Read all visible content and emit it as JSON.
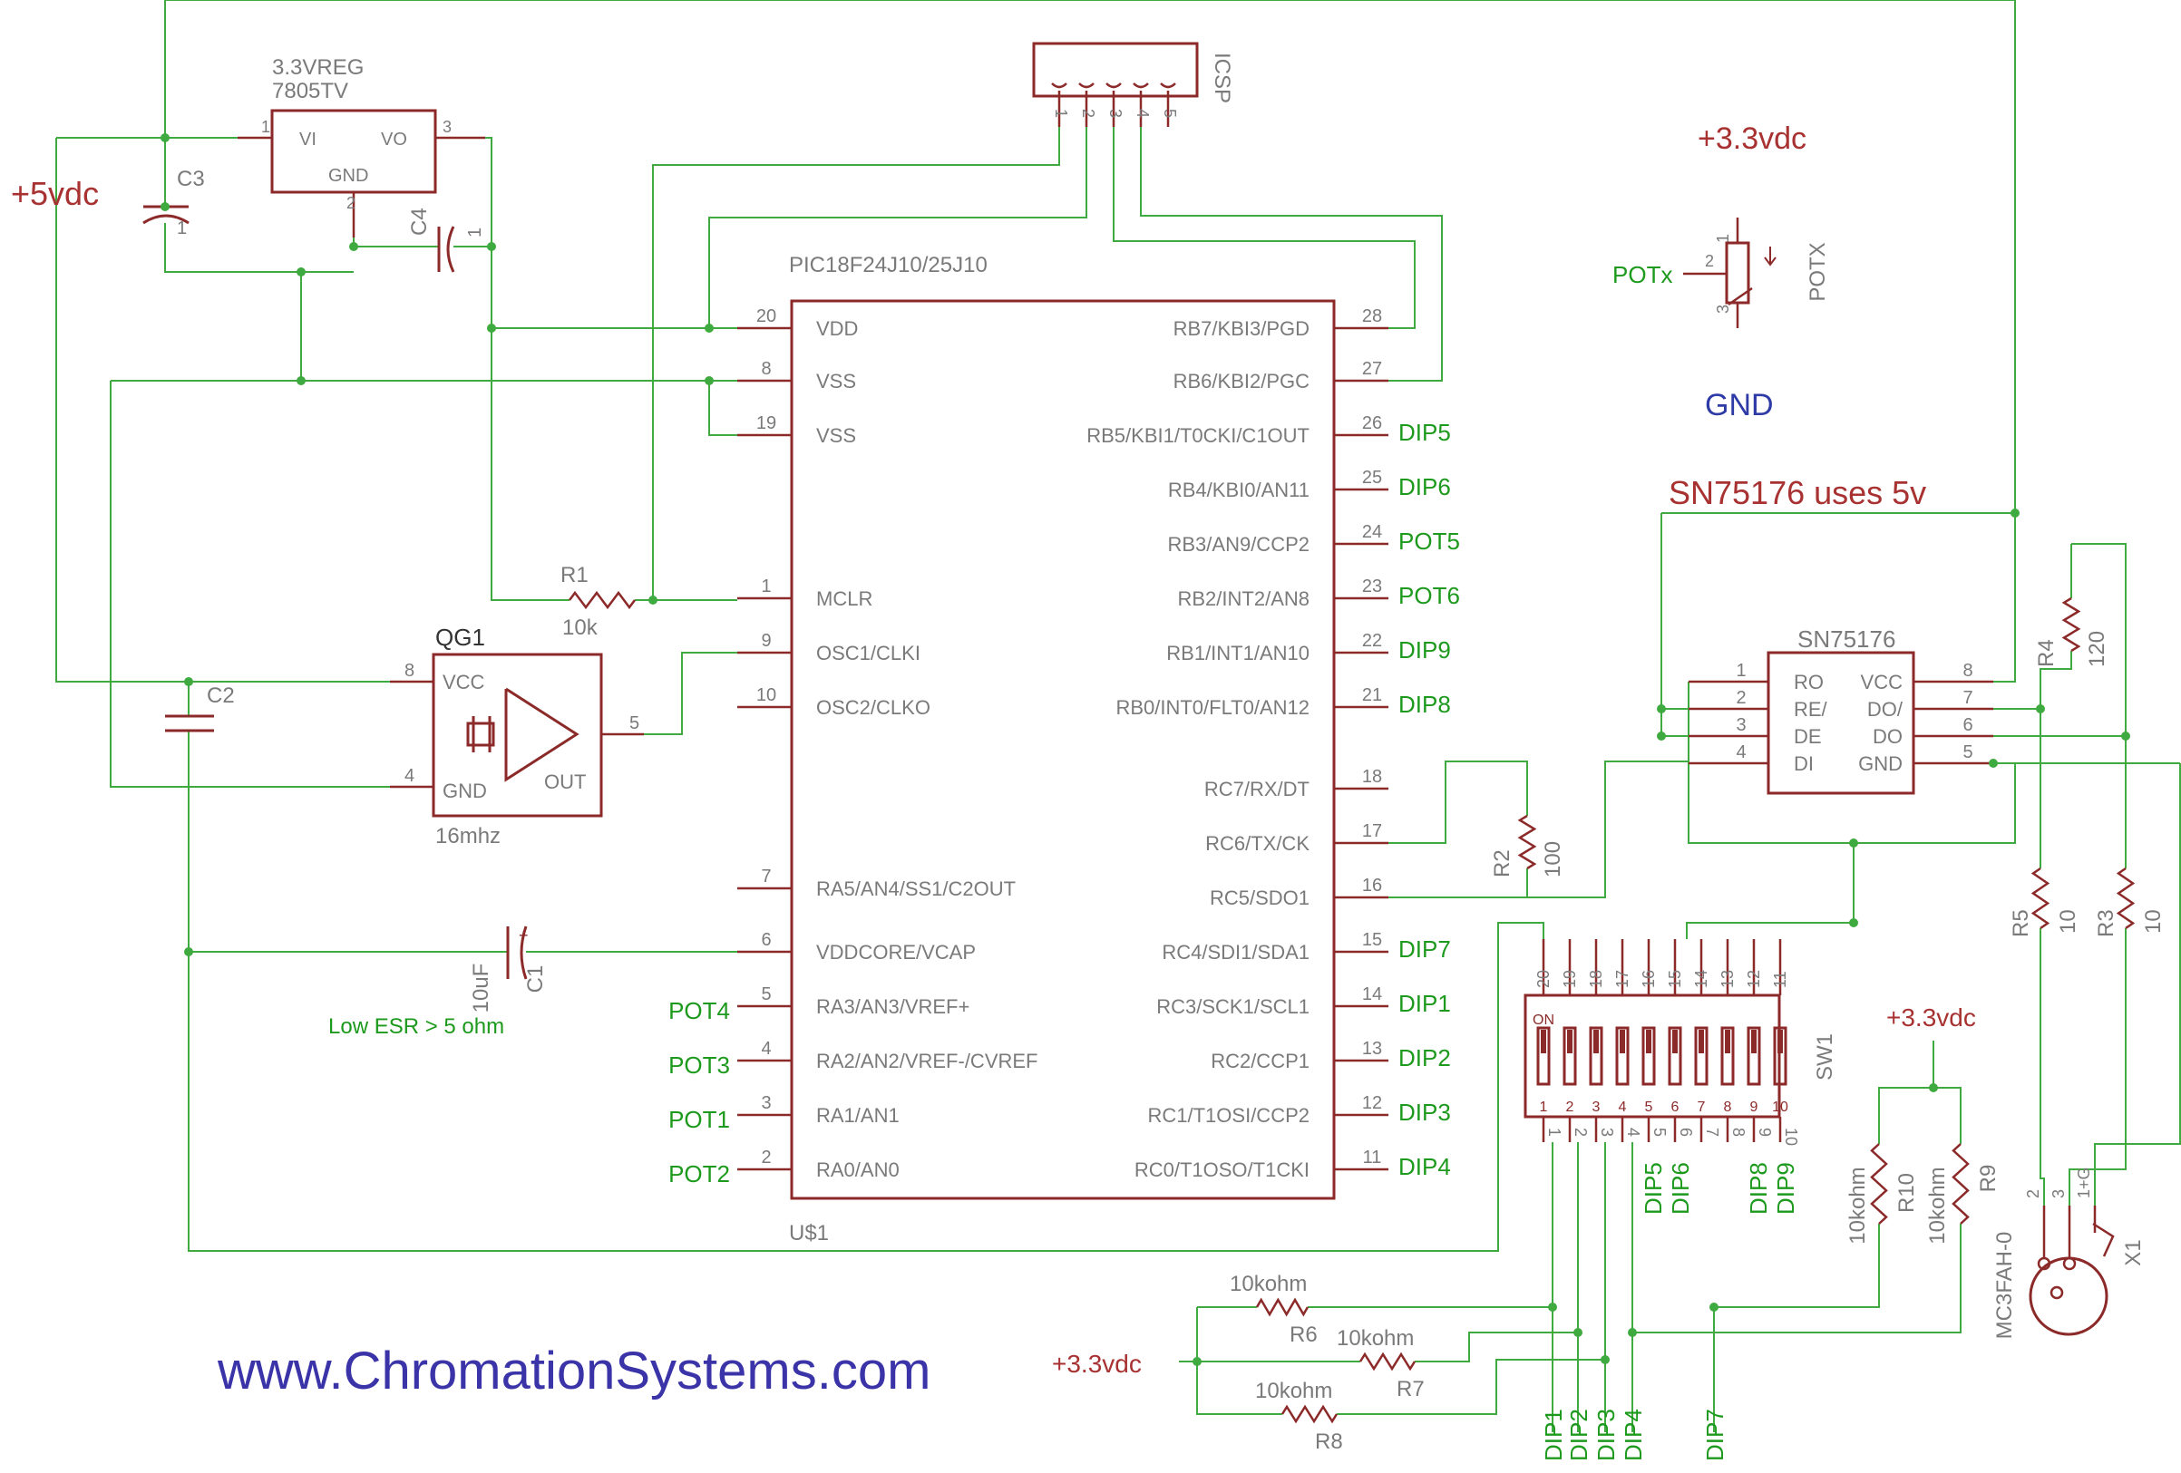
{
  "colors": {
    "wire": "#3faa3f",
    "symbol": "#8c2a2a",
    "pin": "#8c2a2a",
    "pin_label": "#7a7a7a",
    "net_label": "#1d9a1d",
    "power_label": "#a83232",
    "gnd_label": "#2e3aa6",
    "footer": "#3a34a8"
  },
  "footer": {
    "website": "www.ChromationSystems.com"
  },
  "notes": {
    "c1_note": "Low ESR > 5 ohm",
    "sn_note": "SN75176 uses 5v"
  },
  "power": {
    "plus5": "+5vdc",
    "plus33_top": "+3.3vdc",
    "plus33_right": "+3.3vdc",
    "plus33_bottom": "+3.3vdc",
    "gnd": "GND"
  },
  "mcu": {
    "name": "PIC18F24J10/25J10",
    "ref": "U$1",
    "left_pins": [
      {
        "num": "20",
        "name": "VDD",
        "net": ""
      },
      {
        "num": "8",
        "name": "VSS",
        "net": ""
      },
      {
        "num": "19",
        "name": "VSS",
        "net": ""
      },
      {
        "num": "1",
        "name": "MCLR",
        "net": ""
      },
      {
        "num": "9",
        "name": "OSC1/CLKI",
        "net": ""
      },
      {
        "num": "10",
        "name": "OSC2/CLKO",
        "net": ""
      },
      {
        "num": "7",
        "name": "RA5/AN4/SS1/C2OUT",
        "net": ""
      },
      {
        "num": "6",
        "name": "VDDCORE/VCAP",
        "net": ""
      },
      {
        "num": "5",
        "name": "RA3/AN3/VREF+",
        "net": "POT4"
      },
      {
        "num": "4",
        "name": "RA2/AN2/VREF-/CVREF",
        "net": "POT3"
      },
      {
        "num": "3",
        "name": "RA1/AN1",
        "net": "POT1"
      },
      {
        "num": "2",
        "name": "RA0/AN0",
        "net": "POT2"
      }
    ],
    "right_pins": [
      {
        "num": "28",
        "name": "RB7/KBI3/PGD",
        "net": ""
      },
      {
        "num": "27",
        "name": "RB6/KBI2/PGC",
        "net": ""
      },
      {
        "num": "26",
        "name": "RB5/KBI1/T0CKI/C1OUT",
        "net": "DIP5"
      },
      {
        "num": "25",
        "name": "RB4/KBI0/AN11",
        "net": "DIP6"
      },
      {
        "num": "24",
        "name": "RB3/AN9/CCP2",
        "net": "POT5"
      },
      {
        "num": "23",
        "name": "RB2/INT2/AN8",
        "net": "POT6"
      },
      {
        "num": "22",
        "name": "RB1/INT1/AN10",
        "net": "DIP9"
      },
      {
        "num": "21",
        "name": "RB0/INT0/FLT0/AN12",
        "net": "DIP8"
      },
      {
        "num": "18",
        "name": "RC7/RX/DT",
        "net": ""
      },
      {
        "num": "17",
        "name": "RC6/TX/CK",
        "net": ""
      },
      {
        "num": "16",
        "name": "RC5/SDO1",
        "net": ""
      },
      {
        "num": "15",
        "name": "RC4/SDI1/SDA1",
        "net": "DIP7"
      },
      {
        "num": "14",
        "name": "RC3/SCK1/SCL1",
        "net": "DIP1"
      },
      {
        "num": "13",
        "name": "RC2/CCP1",
        "net": "DIP2"
      },
      {
        "num": "12",
        "name": "RC1/T1OSI/CCP2",
        "net": "DIP3"
      },
      {
        "num": "11",
        "name": "RC0/T1OSO/T1CKI",
        "net": "DIP4"
      }
    ]
  },
  "regulator": {
    "name1": "3.3VREG",
    "name2": "7805TV",
    "vi": "VI",
    "vo": "VO",
    "gnd": "GND",
    "p1": "1",
    "p2": "2",
    "p3": "3"
  },
  "c3": {
    "ref": "C3",
    "pin": "1"
  },
  "c4": {
    "ref": "C4",
    "pin": "1"
  },
  "c2": {
    "ref": "C2"
  },
  "c1": {
    "ref": "C1",
    "value": "10uF"
  },
  "r1": {
    "ref": "R1",
    "value": "10k"
  },
  "osc": {
    "ref": "QG1",
    "vcc": "VCC",
    "gnd": "GND",
    "out": "OUT",
    "freq": "16mhz",
    "p8": "8",
    "p4": "4",
    "p5": "5"
  },
  "icsp": {
    "label": "ICSP",
    "pins": [
      "1",
      "2",
      "3",
      "4",
      "5"
    ]
  },
  "potx": {
    "ref": "POTX",
    "net": "POTx",
    "p1": "1",
    "p2": "2",
    "p3": "3"
  },
  "sn": {
    "name": "SN75176",
    "left": [
      {
        "num": "1",
        "name": "RO"
      },
      {
        "num": "2",
        "name": "RE/"
      },
      {
        "num": "3",
        "name": "DE"
      },
      {
        "num": "4",
        "name": "DI"
      }
    ],
    "right": [
      {
        "num": "8",
        "name": "VCC"
      },
      {
        "num": "7",
        "name": "DO/"
      },
      {
        "num": "6",
        "name": "DO"
      },
      {
        "num": "5",
        "name": "GND"
      }
    ]
  },
  "r2": {
    "ref": "R2",
    "value": "100"
  },
  "r4": {
    "ref": "R4",
    "value": "120"
  },
  "r5": {
    "ref": "R5",
    "value": "10"
  },
  "r3": {
    "ref": "R3",
    "value": "10"
  },
  "sw1": {
    "ref": "SW1",
    "on": "ON",
    "top_pins": [
      "20",
      "19",
      "18",
      "17",
      "16",
      "15",
      "14",
      "13",
      "12",
      "11"
    ],
    "numbers": [
      "1",
      "2",
      "3",
      "4",
      "5",
      "6",
      "7",
      "8",
      "9",
      "10"
    ],
    "bottom_pins": [
      "1",
      "2",
      "3",
      "4",
      "5",
      "6",
      "7",
      "8",
      "9",
      "10"
    ],
    "dip_nets": [
      "DIP5",
      "DIP6",
      "DIP8",
      "DIP9"
    ]
  },
  "r6": {
    "ref": "R6",
    "value": "10kohm"
  },
  "r7": {
    "ref": "R7",
    "value": "10kohm"
  },
  "r8": {
    "ref": "R8",
    "value": "10kohm"
  },
  "r9": {
    "ref": "R9",
    "value": "10kohm"
  },
  "r10": {
    "ref": "R10",
    "value": "10kohm"
  },
  "bottom_dips": [
    "DIP1",
    "DIP2",
    "DIP3",
    "DIP4",
    "DIP7"
  ],
  "xlr": {
    "ref": "X1",
    "part": "MC3FAH-0",
    "p2": "2",
    "p3": "3",
    "p1": "1+G"
  }
}
